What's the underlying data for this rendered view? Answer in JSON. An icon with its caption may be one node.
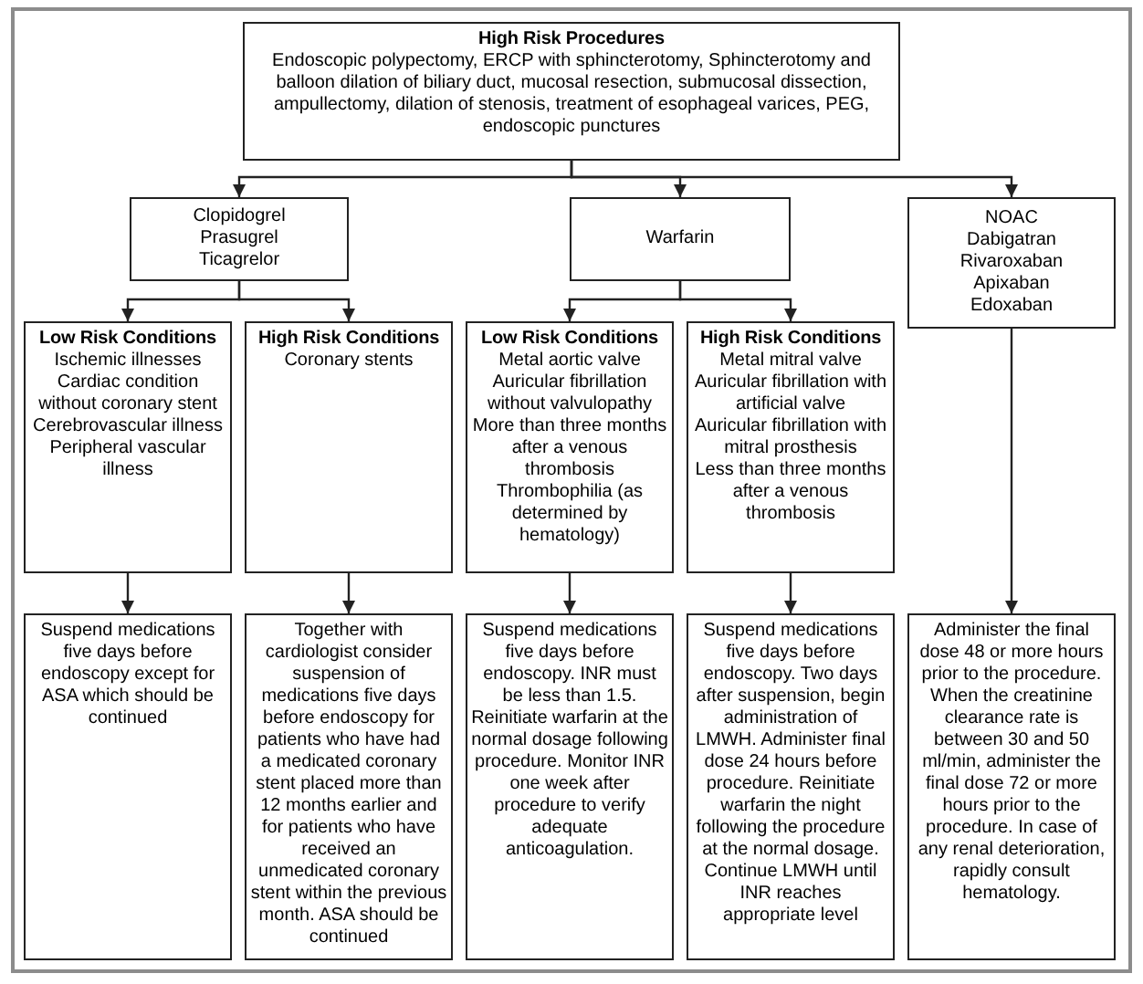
{
  "diagram": {
    "nodes": [
      {
        "text": [
          "High Risk Procedures",
          "Endoscopic polypectomy, ERCP with sphincterotomy, Sphincterotomy and balloon dilation of biliary duct, mucosal resection, submucosal dissection, ampullectomy, dilation of stenosis, treatment of esophageal varices, PEG, endoscopic punctures"
        ]
      },
      {
        "text": [
          "Clopidogrel",
          "Prasugrel",
          "Ticagrelor"
        ]
      },
      {
        "text": [
          "Warfarin"
        ]
      },
      {
        "text": [
          "NOAC",
          "Dabigatran",
          "Rivaroxaban",
          "Apixaban",
          "Edoxaban"
        ]
      },
      {
        "text": [
          "Low Risk Conditions",
          "Ischemic illnesses",
          "Cardiac condition without coronary stent",
          "Cerebrovascular illness",
          "Peripheral vascular illness"
        ]
      },
      {
        "text": [
          "High Risk Conditions",
          "Coronary stents"
        ]
      },
      {
        "text": [
          "Low Risk Conditions",
          "Metal aortic valve",
          "Auricular fibrillation without valvulopathy",
          "More than three months after a venous thrombosis",
          "Thrombophilia (as determined by hematology)"
        ]
      },
      {
        "text": [
          "High Risk Conditions",
          "Metal mitral valve",
          "Auricular fibrillation with artificial valve",
          "Auricular fibrillation with mitral prosthesis",
          "Less than three months after a venous thrombosis"
        ]
      },
      {
        "text": [
          "Suspend medications five days before endoscopy except for ASA which should be continued"
        ]
      },
      {
        "text": [
          "Together with cardiologist consider suspension of medications five days before endoscopy for patients who have had a medicated coronary stent placed more than 12 months earlier and for patients who have received an unmedicated coronary stent within the previous month. ASA should be continued"
        ]
      },
      {
        "text": [
          "Suspend medications five days before endoscopy. INR must be less than 1.5. Reinitiate warfarin at the normal dosage following procedure. Monitor INR one week after procedure to verify adequate anticoagulation."
        ]
      },
      {
        "text": [
          "Suspend medications five days before endoscopy. Two days after suspension, begin administration of LMWH. Administer final dose 24 hours before procedure. Reinitiate warfarin the night following the procedure at the normal dosage. Continue LMWH until INR reaches appropriate level"
        ]
      },
      {
        "text": [
          "Administer the final dose 48 or more hours prior to the procedure. When the creatinine clearance rate is between 30 and 50 ml/min, administer the final dose 72 or more hours prior to the procedure. In case of any renal deterioration, rapidly consult hematology."
        ]
      }
    ],
    "edges": [
      {
        "from": 0,
        "to": 1,
        "arrow": "to"
      },
      {
        "from": 0,
        "to": 2,
        "arrow": "to"
      },
      {
        "from": 0,
        "to": 3,
        "arrow": "to"
      },
      {
        "from": 1,
        "to": 4,
        "arrow": "to"
      },
      {
        "from": 1,
        "to": 5,
        "arrow": "to"
      },
      {
        "from": 2,
        "to": 6,
        "arrow": "to"
      },
      {
        "from": 2,
        "to": 7,
        "arrow": "to"
      },
      {
        "from": 4,
        "to": 8,
        "arrow": "to"
      },
      {
        "from": 5,
        "to": 9,
        "arrow": "to"
      },
      {
        "from": 6,
        "to": 10,
        "arrow": "to"
      },
      {
        "from": 7,
        "to": 11,
        "arrow": "to"
      },
      {
        "from": 3,
        "to": 12,
        "arrow": "to"
      }
    ]
  }
}
